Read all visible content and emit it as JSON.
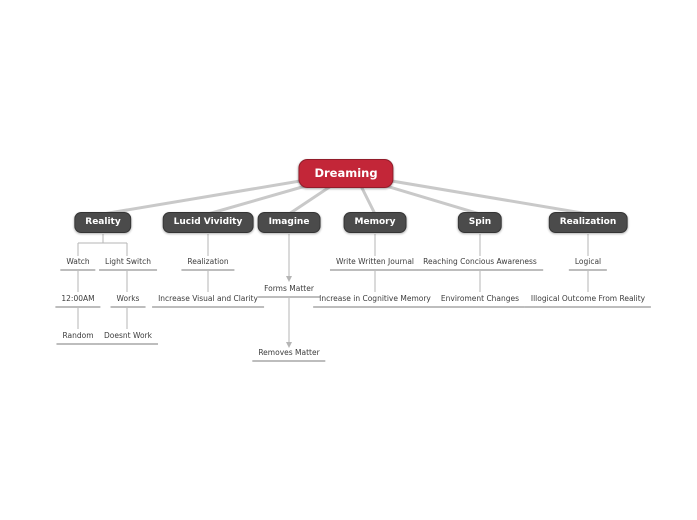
{
  "colors": {
    "root_bg": "#c32638",
    "topic_bg": "#4b4b4b",
    "node_text": "#ffffff",
    "branch_line": "#c9c9c9",
    "tree_line": "#b5b5b5",
    "label_text": "#3c3c3c",
    "underline": "#bdbdbd",
    "background": "#ffffff"
  },
  "mindmap": {
    "root": {
      "label": "Dreaming"
    },
    "branches": [
      {
        "label": "Reality",
        "children": [
          {
            "label": "Watch",
            "children": [
              {
                "label": "12:00AM",
                "children": [
                  {
                    "label": "Random"
                  }
                ]
              }
            ]
          },
          {
            "label": "Light Switch",
            "children": [
              {
                "label": "Works",
                "children": [
                  {
                    "label": "Doesnt Work"
                  }
                ]
              }
            ]
          }
        ]
      },
      {
        "label": "Lucid Vividity",
        "children": [
          {
            "label": "Realization",
            "children": [
              {
                "label": "Increase Visual and Clarity"
              }
            ]
          }
        ]
      },
      {
        "label": "Imagine",
        "children": [
          {
            "label": "Forms Matter",
            "children": [
              {
                "label": "Removes Matter"
              }
            ]
          }
        ]
      },
      {
        "label": "Memory",
        "children": [
          {
            "label": "Write Written Journal",
            "children": [
              {
                "label": "Increase in Cognitive Memory"
              }
            ]
          }
        ]
      },
      {
        "label": "Spin",
        "children": [
          {
            "label": "Reaching Concious Awareness",
            "children": [
              {
                "label": "Enviroment Changes"
              }
            ]
          }
        ]
      },
      {
        "label": "Realization",
        "children": [
          {
            "label": "Logical",
            "children": [
              {
                "label": "Illogical Outcome From Reality"
              }
            ]
          }
        ]
      }
    ]
  }
}
